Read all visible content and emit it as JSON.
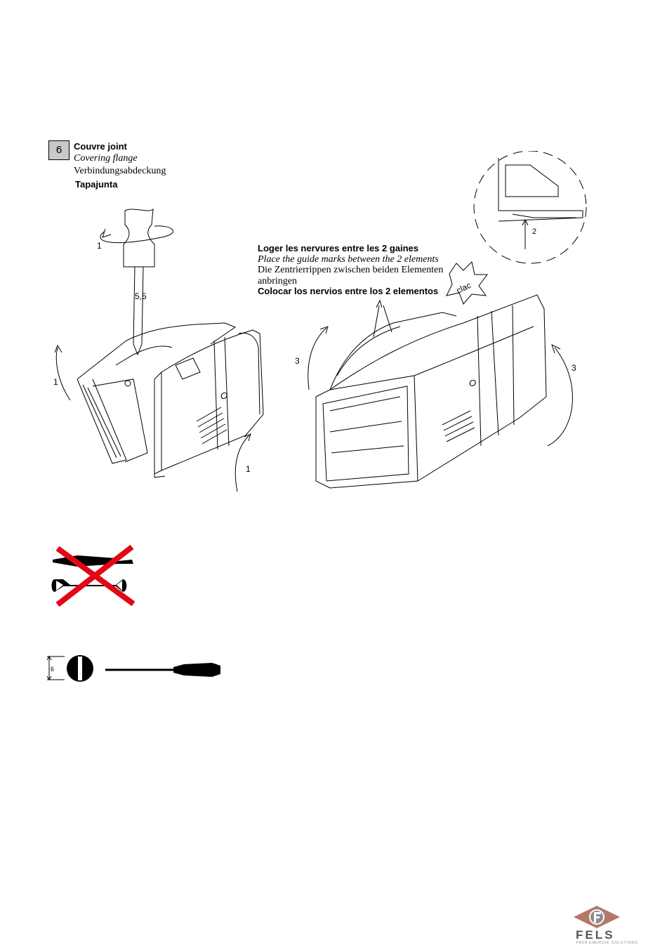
{
  "step": {
    "number": "6",
    "title_fr": "Couvre joint",
    "title_en": "Covering flange",
    "title_de": "Verbindungsabdeckung",
    "title_es": "Tapajunta"
  },
  "guide_note": {
    "fr": "Loger les nervures entre les 2 gaines",
    "en": "Place the guide marks between the 2 elements",
    "de": "Die Zentrierrippen zwischen beiden Elementen anbringen",
    "es": "Colocar los nervios entre los 2 elementos"
  },
  "labels": {
    "screwdriver_size": "5,5",
    "step1": "1",
    "step2": "2",
    "step3": "3",
    "clac": "clac",
    "profile_mark": "O",
    "tool_size": "6"
  },
  "logo": {
    "name": "FELS",
    "tagline": "FAVA ENERGIE SOLUTIONS"
  },
  "colors": {
    "cross": "#e30613",
    "step_box": "#c8c8c8",
    "logo": "#b3786a"
  }
}
